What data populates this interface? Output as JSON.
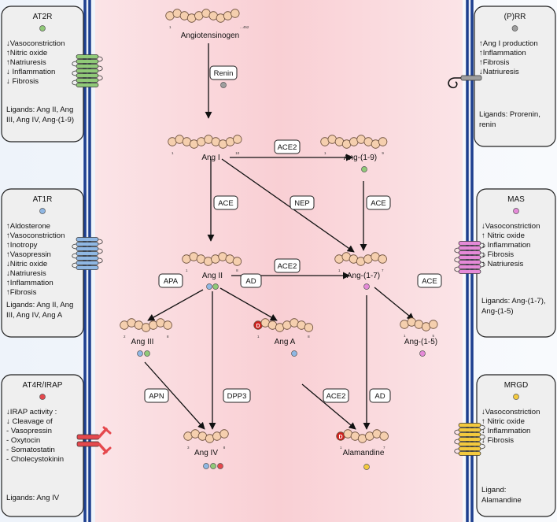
{
  "colors": {
    "peptide_fill": "#f5cfae",
    "peptide_stroke": "#6b4e3a",
    "membrane": "#1d3f8f",
    "panel_bg": "#efefef",
    "cytosol": "#fadadd",
    "at2r": "#90c978",
    "at1r": "#8fb7e3",
    "at4r": "#e5484d",
    "prr": "#9e9e9e",
    "mas": "#e58ad8",
    "mrgd": "#f3c93e",
    "asp_red": "#d0201d"
  },
  "peptides": {
    "angiotensinogen": {
      "label": "Angiotensinogen",
      "start": "1",
      "end": "...452"
    },
    "ang1": {
      "label": "Ang I",
      "start": "1",
      "end": "10"
    },
    "ang19": {
      "label": "Ang-(1-9)",
      "start": "1",
      "end": "9"
    },
    "ang2": {
      "label": "Ang II",
      "start": "1",
      "end": "8"
    },
    "ang17": {
      "label": "Ang-(1-7)",
      "start": "1",
      "end": "7"
    },
    "ang3": {
      "label": "Ang III",
      "start": "2",
      "end": "8"
    },
    "anga": {
      "label": "Ang A",
      "start": "1",
      "end": "8",
      "d": "D"
    },
    "ang15": {
      "label": "Ang-(1-5)",
      "start": "1",
      "end": "5"
    },
    "ang4": {
      "label": "Ang IV",
      "start": "3",
      "end": "8"
    },
    "alamandine": {
      "label": "Alamandine",
      "start": "1",
      "end": "7",
      "d": "D"
    }
  },
  "enzymes": {
    "renin": "Renin",
    "ace2_a": "ACE2",
    "ace_a": "ACE",
    "nep": "NEP",
    "ace_b": "ACE",
    "ace2_b": "ACE2",
    "apa": "APA",
    "ad_a": "AD",
    "ace_c": "ACE",
    "apn": "APN",
    "dpp3": "DPP3",
    "ace2_c": "ACE2",
    "ad_b": "AD"
  },
  "receptors": {
    "at2r": {
      "title": "AT2R",
      "effects": [
        "↓Vasoconstriction",
        "↑Nitric oxide",
        "↑Natriuresis",
        "↓ Inflammation",
        "↓ Fibrosis"
      ],
      "ligands": [
        "Ligands: Ang II, Ang",
        "III, Ang IV, Ang-(1-9)"
      ]
    },
    "at1r": {
      "title": "AT1R",
      "effects": [
        "↑Aldosterone",
        "↑Vasoconstriction",
        "↑Inotropy",
        "↑Vasopressin",
        "↓Nitric oxide",
        "↓Natriuresis",
        "↑Inflammation",
        "↑Fibrosis"
      ],
      "ligands": [
        "Ligands: Ang II, Ang",
        "III, Ang IV, Ang A"
      ]
    },
    "at4r": {
      "title": "AT4R/IRAP",
      "effects": [
        "↓IRAP activity :",
        "↓ Cleavage of",
        "- Vasopressin",
        "- Oxytocin",
        "- Somatostatin",
        "- Cholecystokinin"
      ],
      "ligands": [
        "Ligands: Ang IV"
      ]
    },
    "prr": {
      "title": "(P)RR",
      "effects": [
        "↑Ang I production",
        "↑Inflammation",
        "↑Fibrosis",
        "↓Natriuresis"
      ],
      "ligands": [
        "Ligands: Prorenin,",
        "renin"
      ]
    },
    "mas": {
      "title": "MAS",
      "effects": [
        "↓Vasoconstriction",
        "↑ Nitric oxide",
        "↓ Inflammation",
        "↓ Fibrosis",
        "↑ Natriuresis"
      ],
      "ligands": [
        "Ligands: Ang-(1-7),",
        "Ang-(1-5)"
      ]
    },
    "mrgd": {
      "title": "MRGD",
      "effects": [
        "↓Vasoconstriction",
        "↑ Nitric oxide",
        "↓ Inflammation",
        "↓ Fibrosis"
      ],
      "ligands": [
        "Ligand:",
        "Alamandine"
      ]
    }
  }
}
